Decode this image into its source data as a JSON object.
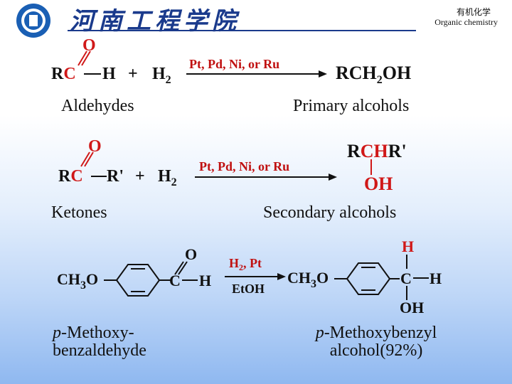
{
  "header": {
    "school_name": "河南工程学院",
    "course_cn": "有机化学",
    "course_en": "Organic chemistry",
    "logo_icon": "university-seal-icon"
  },
  "reaction1": {
    "reactant": {
      "r": "R",
      "c": "C",
      "h": "H",
      "o": "O"
    },
    "plus": "+",
    "reagent": {
      "h": "H",
      "sub": "2"
    },
    "catalyst": "Pt, Pd, Ni, or Ru",
    "product": {
      "r": "RCH",
      "sub": "2",
      "oh": "OH"
    },
    "reactant_label": "Aldehydes",
    "product_label": "Primary alcohols"
  },
  "reaction2": {
    "reactant": {
      "r": "R",
      "c": "C",
      "rp": "R'",
      "o": "O"
    },
    "plus": "+",
    "reagent": {
      "h": "H",
      "sub": "2"
    },
    "catalyst": "Pt, Pd, Ni, or Ru",
    "product": {
      "r": "R",
      "ch": "CH",
      "rp": "R'",
      "oh": "OH"
    },
    "reactant_label": "Ketones",
    "product_label": "Secondary alcohols"
  },
  "reaction3": {
    "reactant": {
      "ch3o": "CH",
      "sub3": "3",
      "o_end": "O",
      "c": "C",
      "h": "H",
      "o": "O"
    },
    "cond_top": {
      "h": "H",
      "sub": "2",
      "rest": ", Pt"
    },
    "cond_bottom": "EtOH",
    "product": {
      "ch3o": "CH",
      "sub3": "3",
      "o_end": "O",
      "c": "C",
      "h_right": "H",
      "h_top": "H",
      "oh": "OH"
    },
    "reactant_label_italic": "p",
    "reactant_label_line1": "-Methoxy-",
    "reactant_label_line2": "benzaldehyde",
    "product_label_italic": "p",
    "product_label_line1": "-Methoxybenzyl",
    "product_label_line2": "alcohol(92%)"
  },
  "colors": {
    "accent_red": "#d01818",
    "brand_blue": "#1a3a8c"
  }
}
